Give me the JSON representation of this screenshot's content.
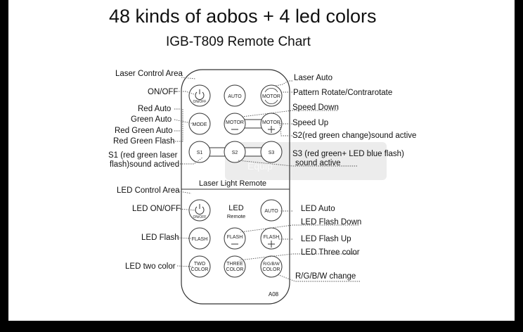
{
  "title": "48 kinds of aobos + 4 led colors",
  "subtitle": "IGB-T809 Remote Chart",
  "watermark": "Equip",
  "remote": {
    "laser_section_label": "Laser Light Remote",
    "led_text": "LED",
    "led_subtext": "Remote",
    "model": "A08",
    "buttons": {
      "on_off": "ON/OFF",
      "auto": "AUTO",
      "motor": "MOTOR",
      "mode": "MODE",
      "s1": "S1",
      "s2": "S2",
      "s3": "S3",
      "led_auto": "AUTO",
      "flash": "FLASH",
      "two_color_1": "TWO",
      "two_color_2": "COLOR",
      "three_color_1": "THREE",
      "three_color_2": "COLOR",
      "rgbw_1": "R/G/B/W",
      "rgbw_2": "COLOR"
    }
  },
  "labels": {
    "laser_control_area": "Laser Control Area",
    "on_off": "ON/OFF",
    "red_auto": "Red Auto",
    "green_auto": "Green Auto",
    "red_green_auto": "Red Green Auto",
    "red_green_flash": "Red Green Flash",
    "s1_line1": "S1 (red green laser",
    "s1_line2": "flash)sound actived",
    "laser_auto": "Laser Auto",
    "pattern_rotate": "Pattern Rotate/Contrarotate",
    "speed_down": "Speed Down",
    "speed_up": "Speed Up",
    "s2": "S2(red green change)sound active",
    "s3_line1": "S3 (red green+ LED blue flash)",
    "s3_line2": "sound active",
    "led_control_area": "LED Control Area",
    "led_on_off": "LED ON/OFF",
    "led_flash": "LED Flash",
    "led_two_color": "LED two color",
    "led_auto": "LED Auto",
    "led_flash_down": "LED Flash Down",
    "led_flash_up": "LED Flash Up",
    "led_three_color": "LED Three color",
    "rgbw_change": "R/G/B/W change"
  }
}
